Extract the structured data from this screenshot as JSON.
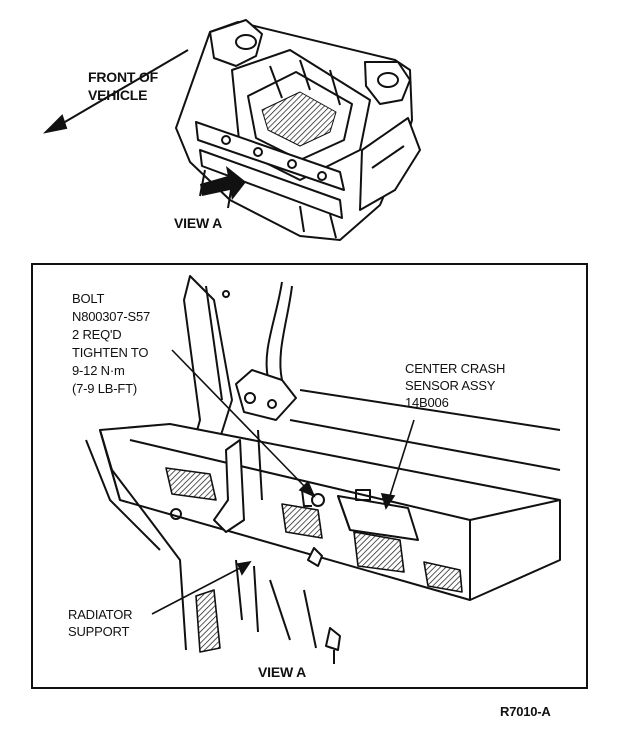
{
  "labels": {
    "front_of_vehicle": "FRONT OF\nVEHICLE",
    "view_a_top": "VIEW A",
    "bolt": "BOLT\nN800307-S57\n2 REQ'D\nTIGHTEN TO\n9-12 N·m\n(7-9 LB-FT)",
    "center_crash_sensor": "CENTER CRASH\nSENSOR ASSY\n14B006",
    "radiator_support": "RADIATOR\nSUPPORT",
    "view_a_bottom": "VIEW A",
    "figure_code": "R7010-A"
  },
  "colors": {
    "line": "#111111",
    "background": "#ffffff"
  }
}
